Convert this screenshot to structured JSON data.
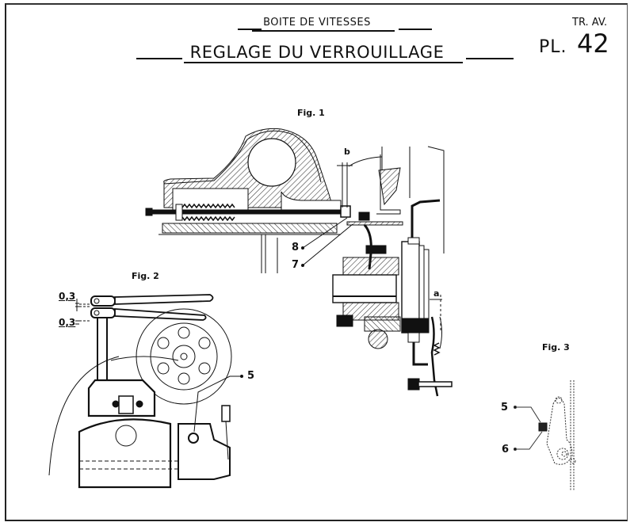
{
  "header": {
    "section_title": "BOITE DE VITESSES",
    "main_title": "REGLAGE DU VERROUILLAGE",
    "plate_category": "TR. AV.",
    "plate_prefix": "PL.",
    "plate_number": "42"
  },
  "figures": {
    "fig1": {
      "label": "Fig. 1",
      "dimension_b": "b",
      "dimension_a": "a",
      "callout_8": "8",
      "callout_7": "7"
    },
    "fig2": {
      "label": "Fig. 2",
      "clearance_top": "0,3",
      "clearance_bottom": "0,3",
      "callout_5": "5"
    },
    "fig3": {
      "label": "Fig. 3",
      "callout_5": "5",
      "callout_6": "6"
    }
  },
  "colors": {
    "ink": "#111111",
    "paper": "#ffffff",
    "hatch": "#333333"
  }
}
